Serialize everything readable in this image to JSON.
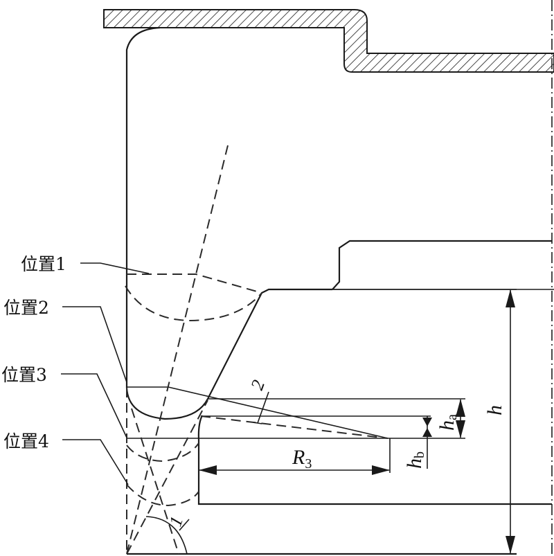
{
  "figure": {
    "position_labels": [
      "位置1",
      "位置2",
      "位置3",
      "位置4"
    ],
    "dimension_labels": {
      "h": "h",
      "ha_main": "h",
      "ha_sub": "a",
      "hb_main": "h",
      "hb_sub": "b",
      "r3_main": "R",
      "r3_sub": "3"
    },
    "callout_numbers": [
      "1",
      "2"
    ]
  }
}
